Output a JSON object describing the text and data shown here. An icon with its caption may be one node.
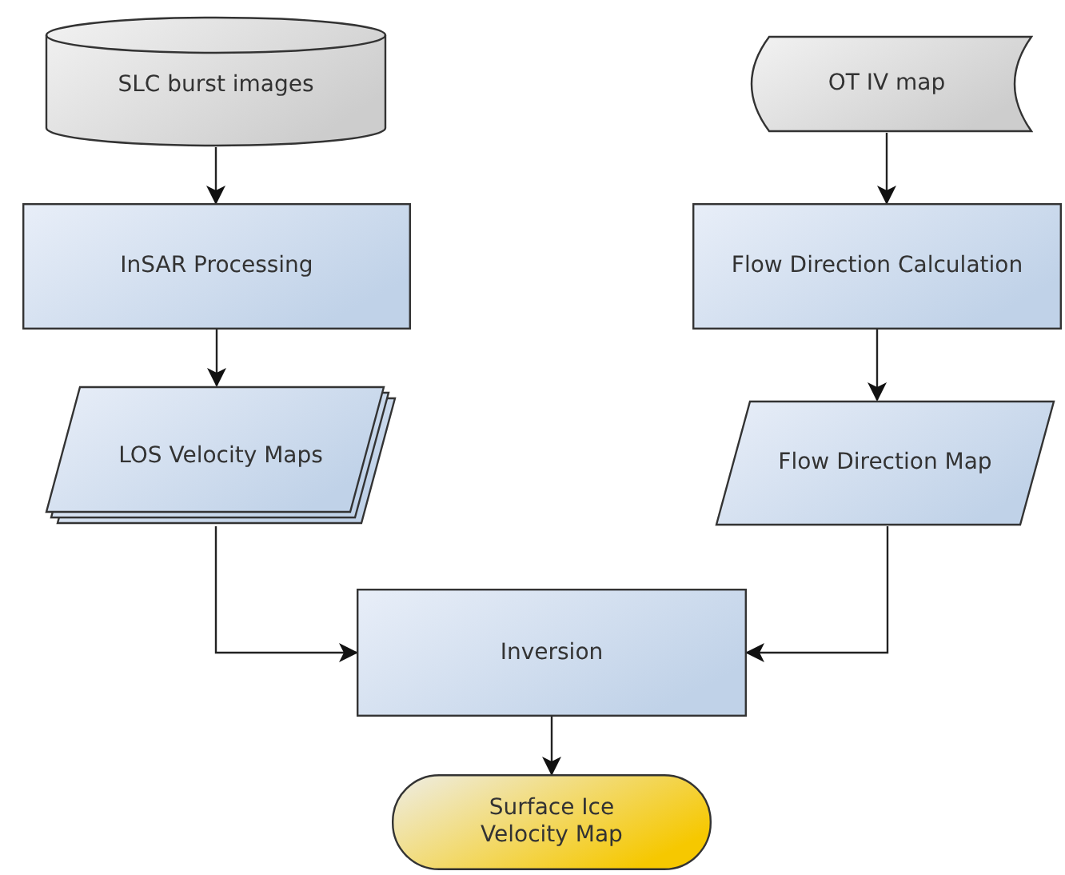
{
  "diagram": {
    "nodes": [
      {
        "text": [
          "SLC burst images"
        ]
      },
      {
        "text": [
          "OT IV map"
        ]
      },
      {
        "text": [
          "InSAR Processing"
        ]
      },
      {
        "text": [
          "Flow Direction Calculation"
        ]
      },
      {
        "text": [
          "LOS Velocity Maps"
        ]
      },
      {
        "text": [
          "Flow Direction Map"
        ]
      },
      {
        "text": [
          "Inversion"
        ]
      },
      {
        "text": [
          "Surface Ice Velocity Map"
        ]
      }
    ],
    "edges": [
      {
        "from": 0,
        "to": 2,
        "arrow": "to"
      },
      {
        "from": 1,
        "to": 3,
        "arrow": "to"
      },
      {
        "from": 2,
        "to": 4,
        "arrow": "to"
      },
      {
        "from": 3,
        "to": 5,
        "arrow": "to"
      },
      {
        "from": 4,
        "to": 6,
        "arrow": "to"
      },
      {
        "from": 5,
        "to": 6,
        "arrow": "to"
      },
      {
        "from": 6,
        "to": 7,
        "arrow": "to"
      }
    ]
  }
}
